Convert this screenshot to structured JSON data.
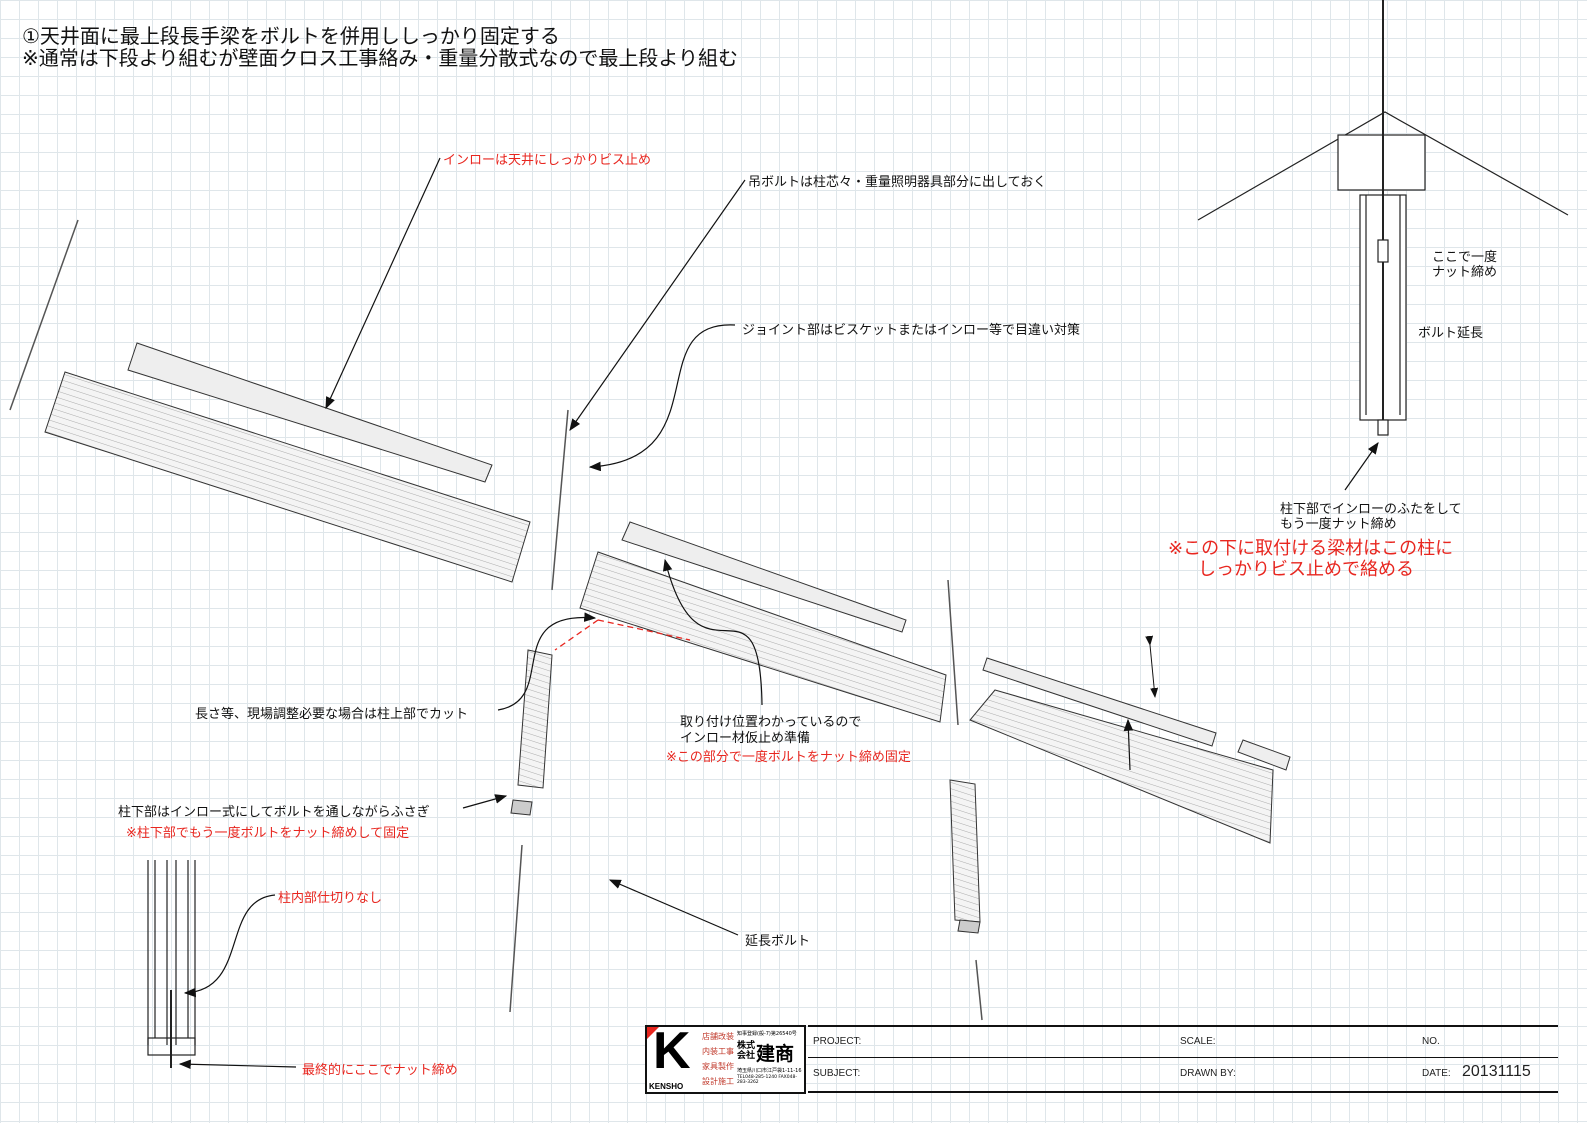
{
  "title": {
    "line1": "①天井面に最上段長手梁をボルトを併用ししっかり固定する",
    "line2": "※通常は下段より組むが壁面クロス工事絡み・重量分散式なので最上段より組む"
  },
  "notes": {
    "inlo_ceiling": "インローは天井にしっかりビス止め",
    "hanging_bolt": "吊ボルトは柱芯々・重量照明器具部分に出しておく",
    "joint": "ジョイント部はビスケットまたはインロー等で目違い対策",
    "length_adjust": "長さ等、現場調整必要な場合は柱上部でカット",
    "position_known_1": "取り付け位置わかっているので",
    "position_known_2": "インロー材仮止め準備",
    "nut_fix_once": "※この部分で一度ボルトをナット締め固定",
    "column_bottom_1": "柱下部はインロー式にしてボルトを通しながらふさぎ",
    "column_bottom_2": "※柱下部でもう一度ボルトをナット締めして固定",
    "no_partition": "柱内部仕切りなし",
    "extension_bolt": "延長ボルト",
    "final_nut": "最終的にここでナット締め",
    "nut_here_1": "ここで一度",
    "nut_here_2": "ナット締め",
    "bolt_extend": "ボルト延長",
    "cap_1": "柱下部でインローのふたをして",
    "cap_2": "もう一度ナット締め",
    "beam_fix_1": "※この下に取付ける梁材はこの柱に",
    "beam_fix_2": "しっかりビス止めで絡める"
  },
  "company": {
    "logo_letter": "K",
    "logo_name": "KENSHO",
    "services": [
      "店舗改装",
      "内装工事",
      "家具製作",
      "設計施工"
    ],
    "license": "知事登録(般-7)第26540号",
    "type": "株式会社",
    "name": "建商",
    "address": "埼玉県川口市江戸袋1-11-16",
    "tel": "TEL048-285-1240 FAX048-283-3262"
  },
  "titleblock": {
    "project": "PROJECT:",
    "scale": "SCALE:",
    "no": "NO.",
    "subject": "SUBJECT:",
    "drawn_by": "DRAWN BY:",
    "date_label": "DATE:",
    "date": "20131115"
  },
  "colors": {
    "red": "#e8261f",
    "line": "#222222"
  }
}
